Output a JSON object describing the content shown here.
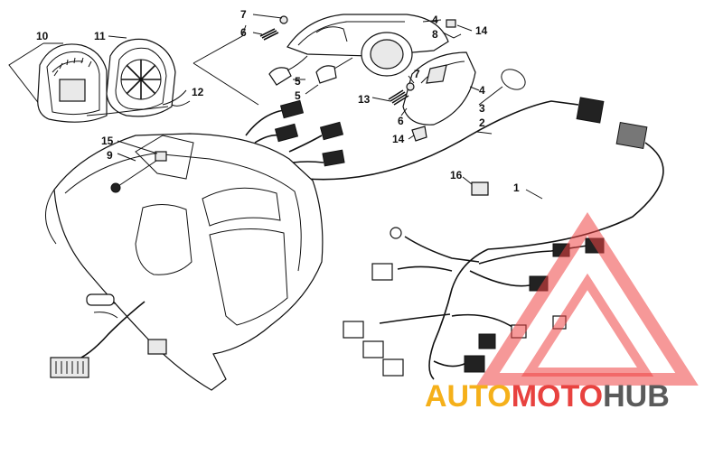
{
  "callouts": [
    {
      "id": "c1",
      "label": "1"
    },
    {
      "id": "c2",
      "label": "2"
    },
    {
      "id": "c3",
      "label": "3"
    },
    {
      "id": "c4a",
      "label": "4"
    },
    {
      "id": "c4b",
      "label": "4"
    },
    {
      "id": "c5a",
      "label": "5"
    },
    {
      "id": "c5b",
      "label": "5"
    },
    {
      "id": "c6a",
      "label": "6"
    },
    {
      "id": "c6b",
      "label": "6"
    },
    {
      "id": "c7a",
      "label": "7"
    },
    {
      "id": "c7b",
      "label": "7"
    },
    {
      "id": "c8",
      "label": "8"
    },
    {
      "id": "c9",
      "label": "9"
    },
    {
      "id": "c10",
      "label": "10"
    },
    {
      "id": "c11",
      "label": "11"
    },
    {
      "id": "c12",
      "label": "12"
    },
    {
      "id": "c13",
      "label": "13"
    },
    {
      "id": "c14a",
      "label": "14"
    },
    {
      "id": "c14b",
      "label": "14"
    },
    {
      "id": "c15",
      "label": "15"
    },
    {
      "id": "c16",
      "label": "16"
    }
  ],
  "watermark": {
    "part1": "AUTO",
    "part2": "MOTO",
    "part3": "HUB",
    "colors": {
      "auto": "#f5b01a",
      "moto": "#e8423f",
      "hub": "#5a5a5a",
      "triangle": "#ef4444"
    }
  }
}
